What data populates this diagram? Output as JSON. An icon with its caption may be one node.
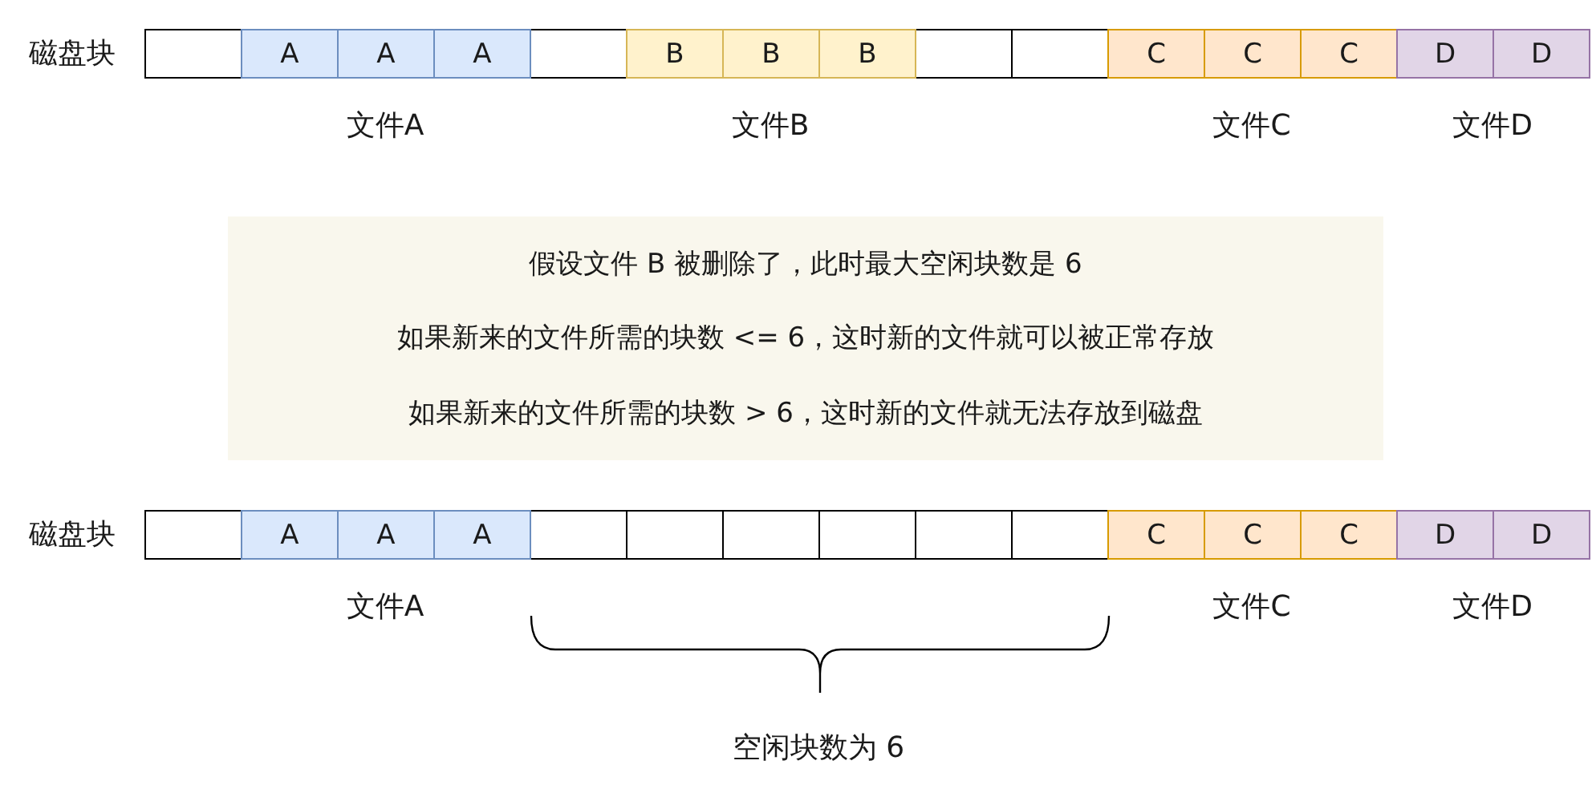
{
  "diagram": {
    "nodes": [
      {
        "text": [],
        "shape": "box"
      },
      {
        "text": [
          "A"
        ]
      },
      {
        "text": [
          "A"
        ]
      },
      {
        "text": [
          "A"
        ]
      },
      {
        "text": [],
        "shape": "box"
      },
      {
        "text": [
          "B"
        ]
      },
      {
        "text": [
          "B"
        ]
      },
      {
        "text": [
          "B"
        ]
      },
      {
        "text": [],
        "shape": "box"
      },
      {
        "text": [],
        "shape": "box"
      },
      {
        "text": [
          "C"
        ]
      },
      {
        "text": [
          "C"
        ]
      },
      {
        "text": [
          "C"
        ]
      },
      {
        "text": [
          "D"
        ]
      },
      {
        "text": [
          "D"
        ]
      },
      {
        "text": [
          "假设文件 B 被删除了，此时最大空闲块数是 6",
          "如果新来的文件所需的块数 <= 6，这时新的文件就可以被正常存放",
          "如果新来的文件所需的块数 > 6，这时新的文件就无法存放到磁盘"
        ]
      },
      {
        "text": [],
        "shape": "box"
      },
      {
        "text": [
          "A"
        ]
      },
      {
        "text": [
          "A"
        ]
      },
      {
        "text": [
          "A"
        ]
      },
      {
        "text": [],
        "shape": "box"
      },
      {
        "text": [],
        "shape": "box"
      },
      {
        "text": [],
        "shape": "box"
      },
      {
        "text": [],
        "shape": "box"
      },
      {
        "text": [],
        "shape": "box"
      },
      {
        "text": [],
        "shape": "box"
      },
      {
        "text": [
          "C"
        ]
      },
      {
        "text": [
          "C"
        ]
      },
      {
        "text": [
          "C"
        ]
      },
      {
        "text": [
          "D"
        ]
      },
      {
        "text": [
          "D"
        ]
      }
    ],
    "labels": [
      "磁盘块",
      "文件A",
      "文件B",
      "文件C",
      "文件D",
      "磁盘块",
      "文件A",
      "文件C",
      "文件D",
      "空闲块数为 6"
    ]
  }
}
